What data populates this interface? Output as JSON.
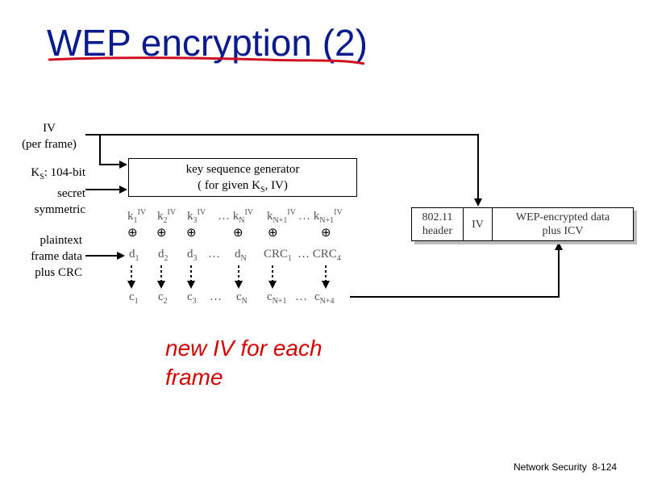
{
  "title": "WEP encryption (2)",
  "inputs": {
    "iv_line1": "IV",
    "iv_line2": "(per frame)",
    "ks_prefix": "K",
    "ks_sub": "S",
    "ks_suffix": ": 104-bit",
    "ks_line2": "secret",
    "ks_line3": "symmetric",
    "plain_line1": "plaintext",
    "plain_line2": "frame data",
    "plain_line3": "plus CRC"
  },
  "keygen": {
    "line1": "key sequence generator",
    "line2_prefix": "( for given K",
    "line2_sub": "S",
    "line2_suffix": ", IV)"
  },
  "key_row": [
    {
      "base": "k",
      "sub": "1",
      "sup": "IV"
    },
    {
      "base": "k",
      "sub": "2",
      "sup": "IV"
    },
    {
      "base": "k",
      "sub": "3",
      "sup": "IV"
    },
    {
      "base": "… k",
      "sub": "N",
      "sup": "IV"
    },
    {
      "base": "k",
      "sub": "N+1",
      "sup": "IV"
    },
    {
      "base": "… k",
      "sub": "N+1",
      "sup": "IV"
    }
  ],
  "data_row": [
    {
      "base": "d",
      "sub": "1"
    },
    {
      "base": "d",
      "sub": "2"
    },
    {
      "base": "d",
      "sub": "3"
    },
    {
      "base": "…",
      "sub": ""
    },
    {
      "base": "d",
      "sub": "N"
    },
    {
      "base": "CRC",
      "sub": "1"
    },
    {
      "base": "… CRC",
      "sub": "4"
    }
  ],
  "cipher_row": [
    {
      "base": "c",
      "sub": "1"
    },
    {
      "base": "c",
      "sub": "2"
    },
    {
      "base": "c",
      "sub": "3"
    },
    {
      "base": "…",
      "sub": ""
    },
    {
      "base": "c",
      "sub": "N"
    },
    {
      "base": "c",
      "sub": "N+1"
    },
    {
      "base": "…",
      "sub": ""
    },
    {
      "base": "c",
      "sub": "N+4"
    }
  ],
  "xor_symbol": "⊕",
  "frame": {
    "header_line1": "802.11",
    "header_line2": "header",
    "iv": "IV",
    "payload_line1": "WEP-encrypted data",
    "payload_line2": "plus ICV"
  },
  "note": "new IV for each frame",
  "footer": {
    "text": "Network Security",
    "page": "8-124"
  },
  "colors": {
    "title": "#0a1a8f",
    "underline": "#d01020",
    "note": "#d40000"
  }
}
